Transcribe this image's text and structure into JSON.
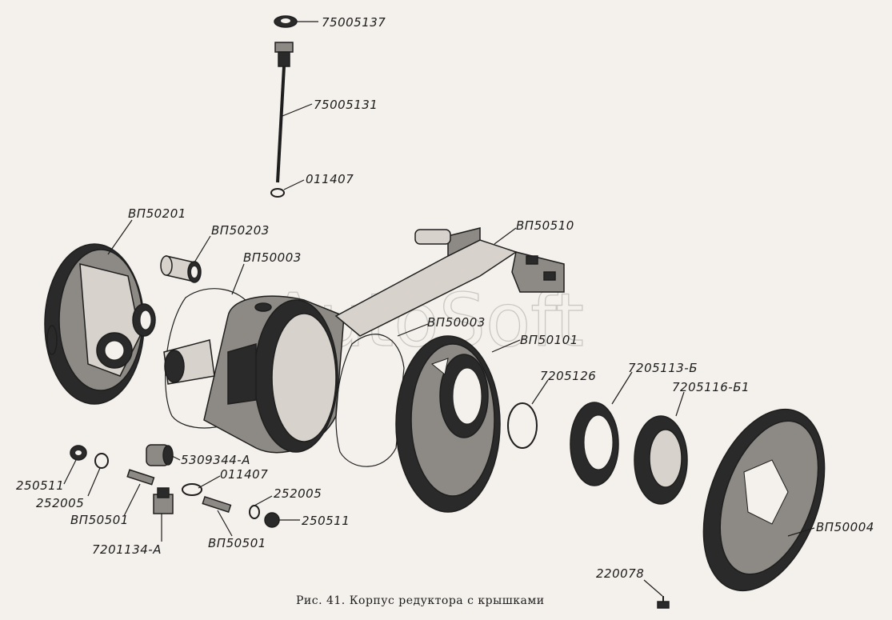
{
  "caption": "Рис. 41. Корпус редуктора с крышками",
  "watermark": "AutoSoft",
  "labels": {
    "l1": "75005137",
    "l2": "75005131",
    "l3": "011407",
    "l4": "ВП50201",
    "l5": "ВП50203",
    "l6": "ВП50003",
    "l7": "ВП50510",
    "l8": "ВП50003",
    "l9": "ВП50101",
    "l10": "7205126",
    "l11": "7205113-Б",
    "l12": "7205116-Б1",
    "l13": "250511",
    "l14": "252005",
    "l15": "5309344-А",
    "l16": "011407",
    "l17": "ВП50501",
    "l18": "7201134-А",
    "l19": "252005",
    "l20": "250511",
    "l21": "ВП50501",
    "l22": "ВП50004",
    "l23": "220078"
  }
}
